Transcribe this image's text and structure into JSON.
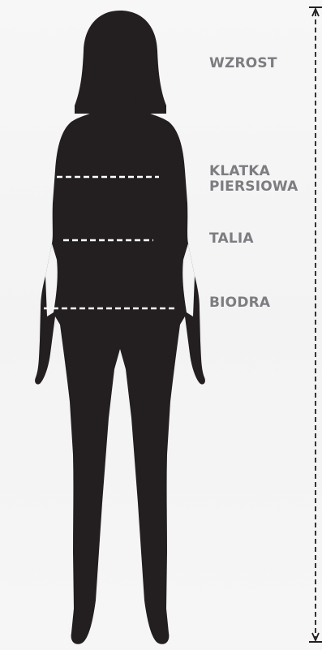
{
  "labels": {
    "height": "WZROST",
    "chest_line1": "KLATKA",
    "chest_line2": "PIERSIOWA",
    "waist": "TALIA",
    "hips": "BIODRA"
  },
  "colors": {
    "silhouette": "#231f20",
    "label": "#7d7c80",
    "measure_line": "#ffffff",
    "height_line": "#231f20"
  }
}
